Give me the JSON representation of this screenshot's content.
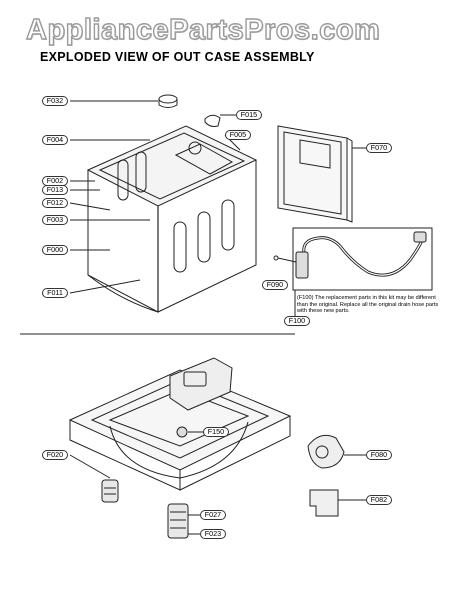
{
  "watermark": "AppliancePartsPros.com",
  "title": "EXPLODED VIEW OF OUT CASE ASSEMBLY",
  "parts": {
    "F032": "F032",
    "F015": "F015",
    "F005": "F005",
    "F004": "F004",
    "F070": "F070",
    "F002": "F002",
    "F013": "F013",
    "F012": "F012",
    "F003": "F003",
    "F000": "F000",
    "F011": "F011",
    "F090": "F090",
    "F100": "F100",
    "F150": "F150",
    "F020": "F020",
    "F080": "F080",
    "F082": "F082",
    "F027": "F027",
    "F023": "F023"
  },
  "note": "(F100) The replacement parts in this kit may be different than the original. Replace all the original drain hose parts with these new parts."
}
